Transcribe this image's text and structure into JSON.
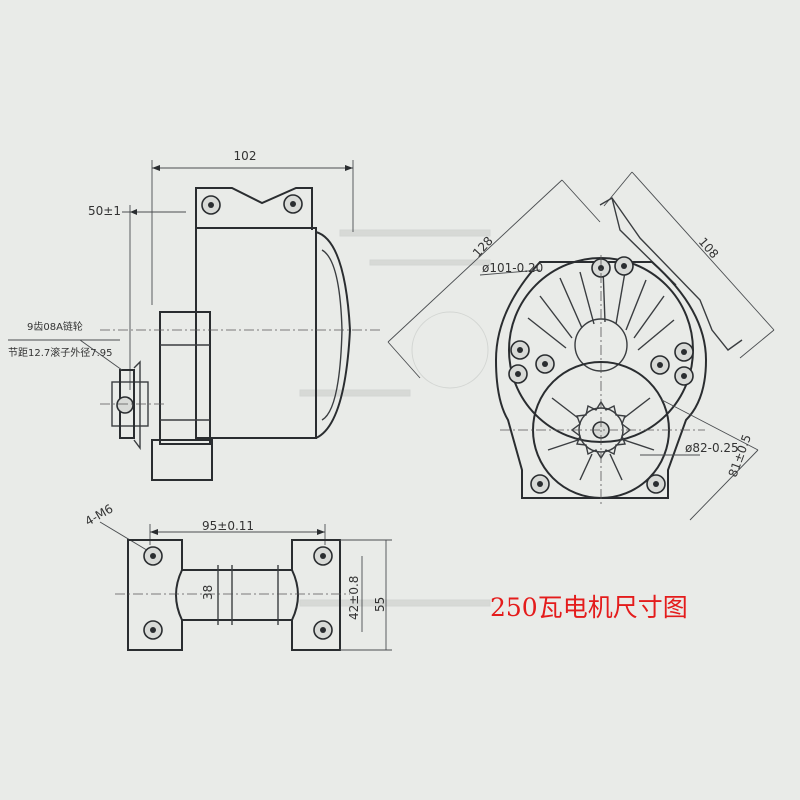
{
  "side_view": {
    "dim_length": "102",
    "dim_offset": "50±1",
    "sprocket_note_line1": "9齿08A链轮",
    "sprocket_note_line2": "节距12.7滚子外径7.95"
  },
  "front_view": {
    "dim_diagonal": "128",
    "dim_flange": "108",
    "dim_pcd_101": "ø101-0.20",
    "dim_pcd_82": "ø82-0.25",
    "dim_height": "81±0.5"
  },
  "bottom_view": {
    "dim_thread": "4-M6",
    "dim_hole_spacing": "95±0.11",
    "dim_inner": "38",
    "dim_center": "42±0.8",
    "dim_width": "55"
  },
  "caption": "250瓦电机尺寸图",
  "colors": {
    "caption": "#e41c1c",
    "line": "#3a3d40",
    "paper": "#e9ebe8"
  }
}
